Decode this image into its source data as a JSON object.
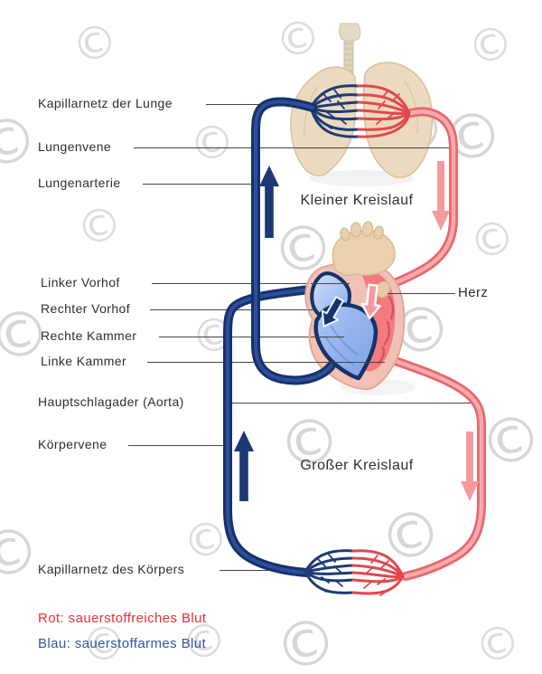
{
  "annotations": {
    "lung_capillaries": "Kapillarnetz der Lunge",
    "pulmonary_vein": "Lungenvene",
    "pulmonary_artery": "Lungenarterie",
    "left_atrium": "Linker Vorhof",
    "right_atrium": "Rechter Vorhof",
    "right_ventricle": "Rechte Kammer",
    "left_ventricle": "Linke Kammer",
    "aorta": "Hauptschlagader (Aorta)",
    "body_vein": "Körpervene",
    "body_capillaries": "Kapillarnetz des Körpers",
    "heart": "Herz"
  },
  "circuits": {
    "pulmonary": "Kleiner Kreislauf",
    "systemic": "Großer Kreislauf"
  },
  "legend": {
    "oxygen_rich": "Rot: sauerstoffreiches Blut",
    "oxygen_poor": "Blau: sauerstoffarmes Blut"
  },
  "colors": {
    "oxygen_rich_red": "#e9676d",
    "oxygen_poor_blue": "#16316b",
    "legend_red_text": "#e23338",
    "legend_blue_text": "#31589f",
    "arrow_pink": "#f59ba0",
    "arrow_navy": "#1c3876"
  },
  "watermark": {
    "symbol": "©"
  }
}
